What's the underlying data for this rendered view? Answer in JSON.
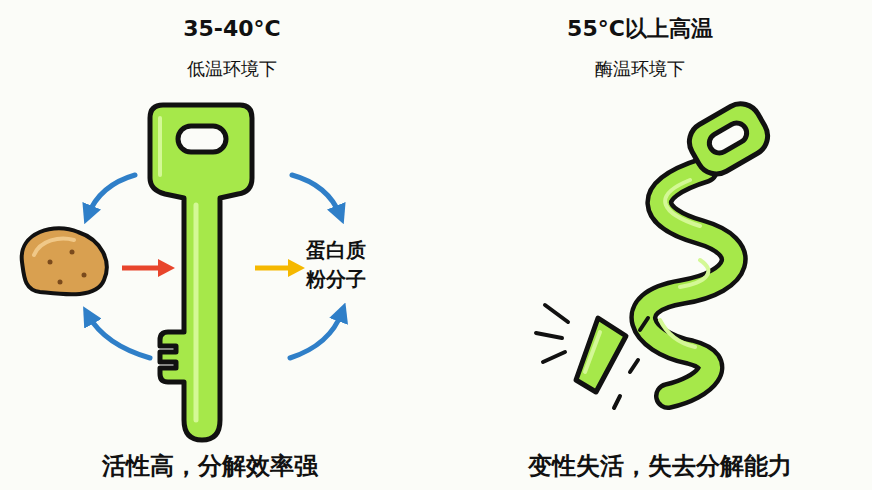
{
  "diagram": {
    "labels": [
      "35-40°C",
      "低温环境下",
      "蛋白质 粉分子",
      "活性高，分解效率强",
      "55°C以上高温",
      "酶温环境下",
      "变性失活，失去分解能力"
    ]
  }
}
